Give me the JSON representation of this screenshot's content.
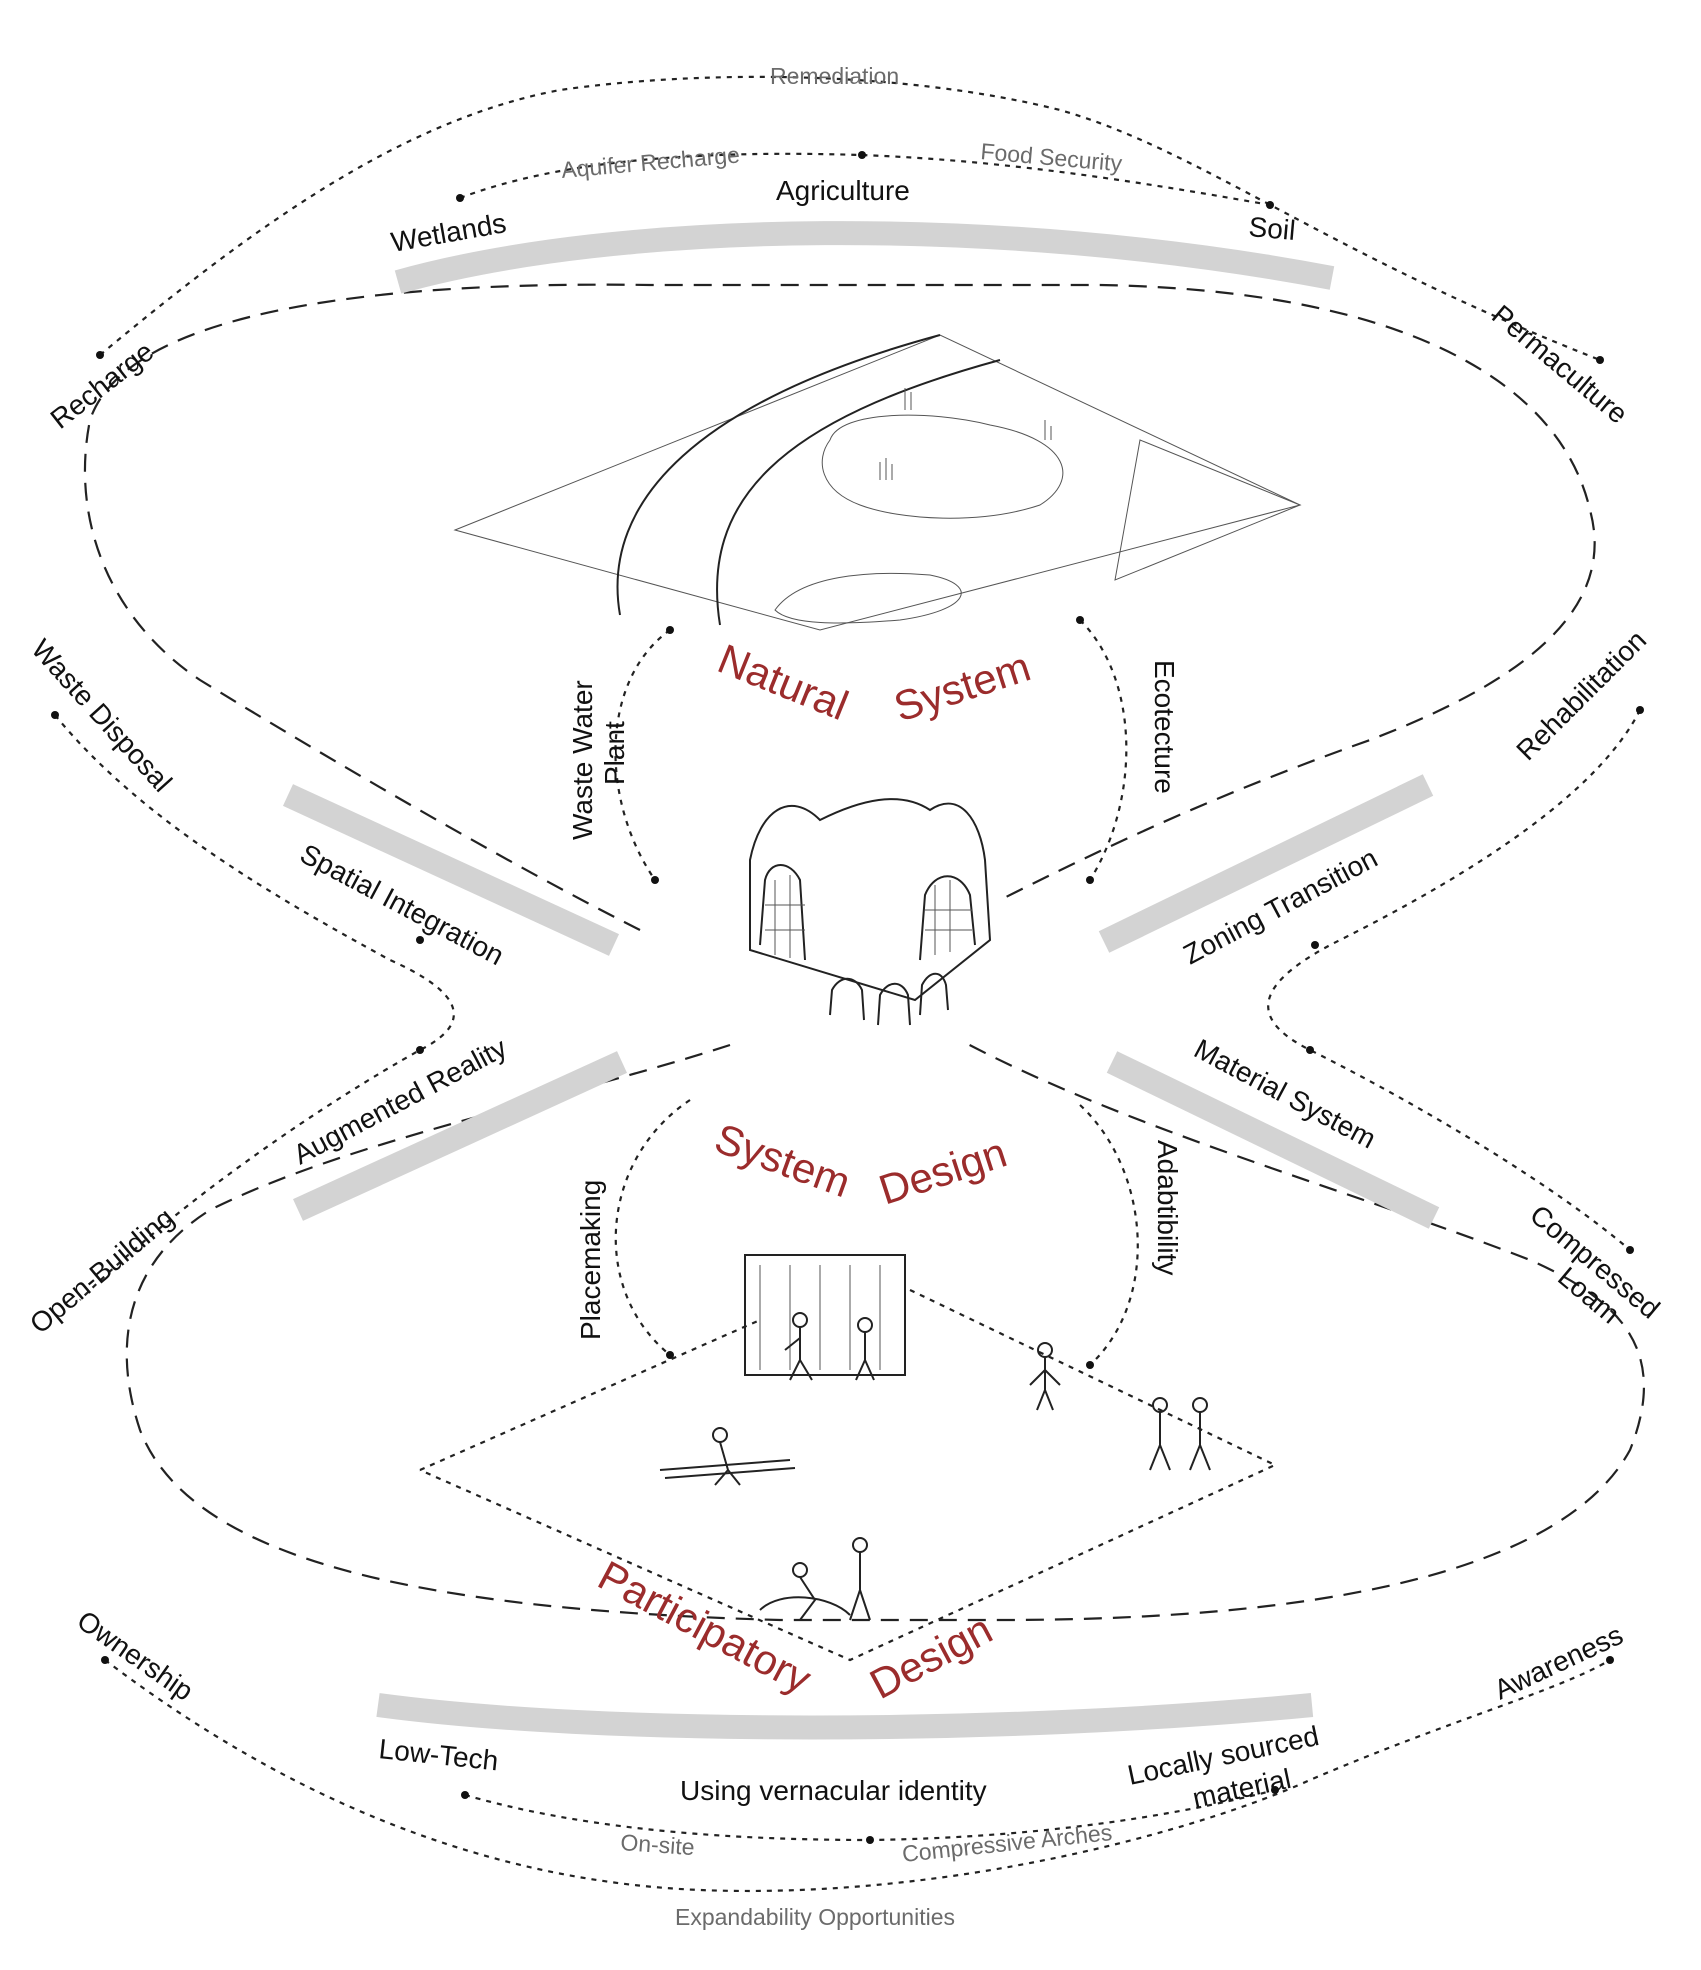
{
  "natural_system": {
    "title_left": "Natural",
    "title_right": "System",
    "band_labels": {
      "left": "Wetlands",
      "center": "Agriculture",
      "right": "Soil"
    },
    "outer_labels": {
      "left": "Recharge",
      "right": "Permaculture"
    },
    "arc_labels": {
      "top": "Remediation",
      "left": "Aquifer Recharge",
      "right": "Food Security"
    },
    "inner_labels": {
      "left_line1": "Waste Water",
      "left_line2": "Plant",
      "right": "Ecotecture"
    }
  },
  "system_design": {
    "title_left": "System",
    "title_right": "Design",
    "band_labels": {
      "upper_left": "Spatial Integration",
      "lower_left": "Augmented Reality",
      "upper_right": "Zoning Transition",
      "lower_right": "Material System"
    },
    "outer_labels": {
      "upper_left": "Waste Disposal",
      "lower_left": "Open-Building",
      "upper_right": "Rehabilitation",
      "lower_right_line1": "Compressed",
      "lower_right_line2": "Loam"
    },
    "inner_labels": {
      "left": "Placemaking",
      "right": "Adabtibility"
    }
  },
  "participatory_design": {
    "title_left": "Participatory",
    "title_right": "Design",
    "band_labels": {
      "left": "Low-Tech",
      "center": "Using vernacular identity",
      "right_line1": "Locally sourced",
      "right_line2": "material"
    },
    "outer_labels": {
      "left": "Ownership",
      "right": "Awareness"
    },
    "arc_labels": {
      "left": "On-site",
      "right": "Compressive Arches",
      "bottom": "Expandability Opportunities"
    }
  },
  "colors": {
    "title": "#9b2c2c",
    "band": "#d3d3d3",
    "ink": "#222222",
    "secondary_text": "#6b6b6b"
  }
}
